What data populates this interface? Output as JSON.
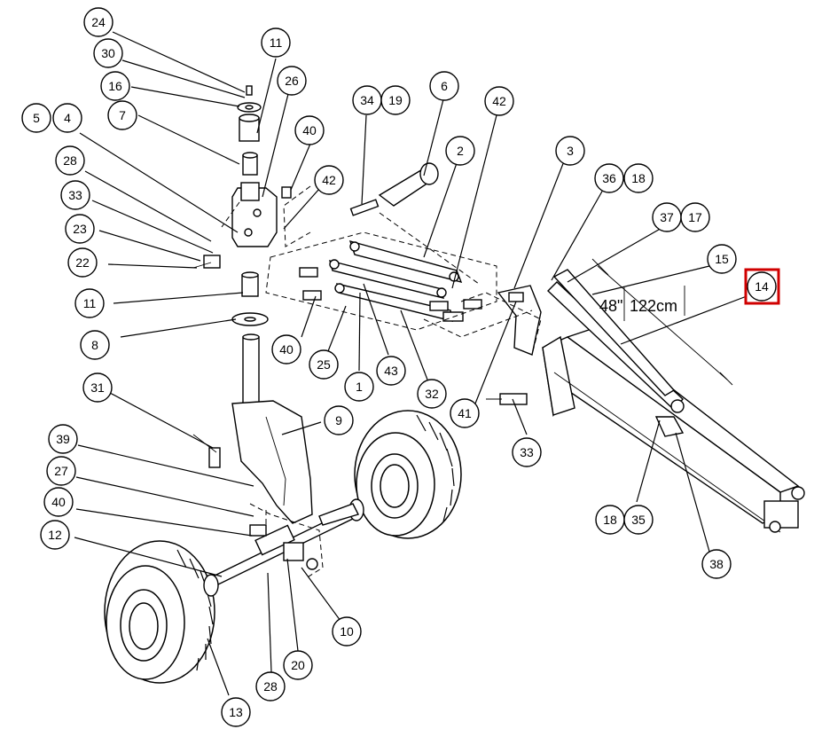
{
  "dimension": {
    "label": "48\"",
    "metric": "122cm"
  },
  "highlight_color": "#d00000",
  "callouts": [
    {
      "id": "c24",
      "text": "24"
    },
    {
      "id": "c30",
      "text": "30"
    },
    {
      "id": "c16",
      "text": "16"
    },
    {
      "id": "c7",
      "text": "7"
    },
    {
      "id": "c5",
      "text": "5"
    },
    {
      "id": "c4",
      "text": "4"
    },
    {
      "id": "c28a",
      "text": "28"
    },
    {
      "id": "c33a",
      "text": "33"
    },
    {
      "id": "c23",
      "text": "23"
    },
    {
      "id": "c22",
      "text": "22"
    },
    {
      "id": "c11a",
      "text": "11"
    },
    {
      "id": "c8",
      "text": "8"
    },
    {
      "id": "c11b",
      "text": "11"
    },
    {
      "id": "c26",
      "text": "26"
    },
    {
      "id": "c40a",
      "text": "40"
    },
    {
      "id": "c42a",
      "text": "42"
    },
    {
      "id": "c34",
      "text": "34"
    },
    {
      "id": "c19",
      "text": "19"
    },
    {
      "id": "c6",
      "text": "6"
    },
    {
      "id": "c42b",
      "text": "42"
    },
    {
      "id": "c2",
      "text": "2"
    },
    {
      "id": "c3",
      "text": "3"
    },
    {
      "id": "c36",
      "text": "36"
    },
    {
      "id": "c18a",
      "text": "18"
    },
    {
      "id": "c37",
      "text": "37"
    },
    {
      "id": "c17",
      "text": "17"
    },
    {
      "id": "c15",
      "text": "15"
    },
    {
      "id": "c14",
      "text": "14"
    },
    {
      "id": "c40b",
      "text": "40"
    },
    {
      "id": "c25",
      "text": "25"
    },
    {
      "id": "c1",
      "text": "1"
    },
    {
      "id": "c43",
      "text": "43"
    },
    {
      "id": "c32",
      "text": "32"
    },
    {
      "id": "c41",
      "text": "41"
    },
    {
      "id": "c33b",
      "text": "33"
    },
    {
      "id": "c31",
      "text": "31"
    },
    {
      "id": "c9",
      "text": "9"
    },
    {
      "id": "c39",
      "text": "39"
    },
    {
      "id": "c27",
      "text": "27"
    },
    {
      "id": "c40c",
      "text": "40"
    },
    {
      "id": "c12",
      "text": "12"
    },
    {
      "id": "c10",
      "text": "10"
    },
    {
      "id": "c20",
      "text": "20"
    },
    {
      "id": "c28b",
      "text": "28"
    },
    {
      "id": "c13",
      "text": "13"
    },
    {
      "id": "c18b",
      "text": "18"
    },
    {
      "id": "c35",
      "text": "35"
    },
    {
      "id": "c38",
      "text": "38"
    }
  ]
}
